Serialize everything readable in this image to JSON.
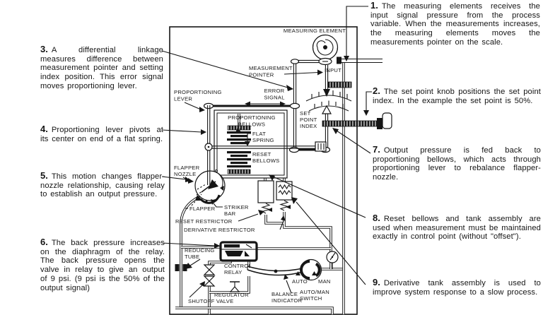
{
  "notes": [
    {
      "number": "1.",
      "text": "The measuring elements receives the input signal pressure from the process variable. When the measurements increases, the measuring elements moves the measurements pointer on the scale."
    },
    {
      "number": "2.",
      "text": "The set point knob positions the set point index. In the example the set point is 50%."
    },
    {
      "number": "3.",
      "text": "A differential linkage measures difference between measurement pointer and setting index position. This error signal moves proportioning lever."
    },
    {
      "number": "4.",
      "text": "Proportioning lever pivots at its center on end of a flat spring."
    },
    {
      "number": "5.",
      "text": "This motion changes flapper-nozzle relationship, causing relay to establish an output pressure."
    },
    {
      "number": "6.",
      "text": "The back pressure increases on the diaphragm of the relay. The back pressure opens the valve in relay to give an output of 9 psi. (9 psi is the 50% of the output signal)"
    },
    {
      "number": "7.",
      "text": "Output pressure is fed back to proportioning bellows, which acts through proportioning lever to rebalance flapper-nozzle."
    },
    {
      "number": "8.",
      "text": "Reset bellows and tank assembly are used when measurement must be maintained exactly in control point (without \"offset\")."
    },
    {
      "number": "9.",
      "text": "Derivative tank assembly is used to improve system response to a slow process."
    }
  ],
  "diagram": {
    "labels": {
      "measuring_element": "MEASURING ELEMENT",
      "input": "INPUT",
      "measurement_pointer": [
        "MEASUREMENT",
        "POINTER"
      ],
      "error_signal": [
        "ERROR",
        "SIGNAL"
      ],
      "set_point_index": [
        "SET",
        "POINT",
        "INDEX"
      ],
      "proportioning_lever": [
        "PROPORTIONING",
        "LEVER"
      ],
      "proportioning_bellows": [
        "PROPORTIONING",
        "BELLOWS"
      ],
      "flat_spring": [
        "FLAT",
        "SPRING"
      ],
      "reset_bellows": [
        "RESET",
        "BELLOWS"
      ],
      "flapper_nozzle": [
        "FLAPPER",
        "NOZZLE"
      ],
      "flapper": "FLAPPER",
      "striker_bar": [
        "STRIKER",
        "BAR"
      ],
      "reset_restrictor": "RESET RESTRICTOR",
      "derivative_restrictor": "DERIVATIVE RESTRICTOR",
      "reducing_tube": [
        "REDUCING",
        "TUBE"
      ],
      "control_relay": [
        "CONTROL",
        "RELAY"
      ],
      "regulator": "REGULATOR",
      "shutoff_valve": "SHUTOFF VALVE",
      "balance_indicator": [
        "BALANCE",
        "INDICATOR"
      ],
      "auto": "AUTO",
      "man": "MAN",
      "auto_man_switch": [
        "AUTO/MAN",
        "SWITCH"
      ]
    },
    "colors": {
      "ink": "#161616",
      "paper": "#ffffff"
    }
  }
}
